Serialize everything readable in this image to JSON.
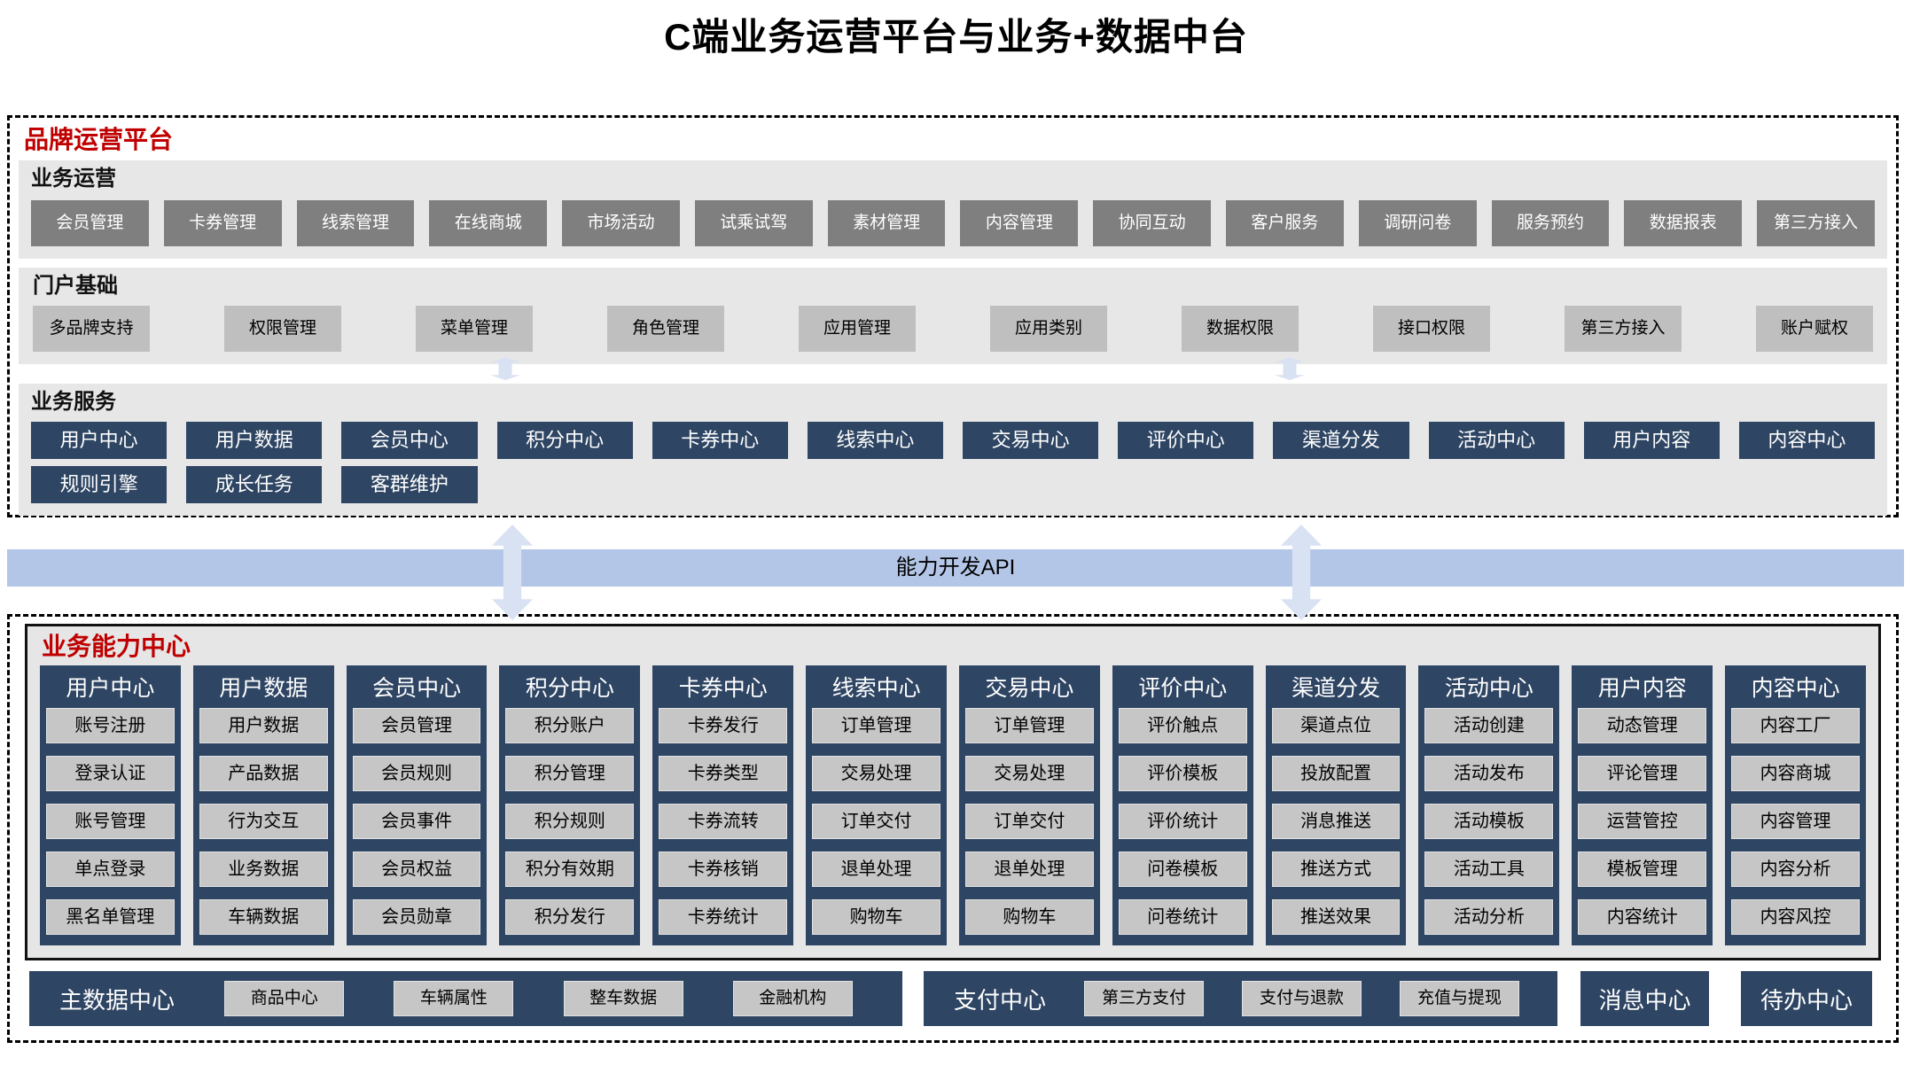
{
  "title": "C端业务运营平台与业务+数据中台",
  "colors": {
    "accent_red": "#c00000",
    "navy": "#2e4563",
    "band_bg": "#e7e7e7",
    "ops_button_bg": "#7f7f7f",
    "portal_button_bg": "#bfbfbf",
    "api_band_bg": "#b4c6e7",
    "arrow": "#d9e2f3"
  },
  "brand_platform": {
    "title": "品牌运营平台",
    "business_operation": {
      "label": "业务运营",
      "items": [
        "会员管理",
        "卡券管理",
        "线索管理",
        "在线商城",
        "市场活动",
        "试乘试驾",
        "素材管理",
        "内容管理",
        "协同互动",
        "客户服务",
        "调研问卷",
        "服务预约",
        "数据报表",
        "第三方接入"
      ]
    },
    "portal_foundation": {
      "label": "门户基础",
      "items": [
        "多品牌支持",
        "权限管理",
        "菜单管理",
        "角色管理",
        "应用管理",
        "应用类别",
        "数据权限",
        "接口权限",
        "第三方接入",
        "账户赋权"
      ]
    },
    "business_services": {
      "label": "业务服务",
      "row1": [
        "用户中心",
        "用户数据",
        "会员中心",
        "积分中心",
        "卡券中心",
        "线索中心",
        "交易中心",
        "评价中心",
        "渠道分发",
        "活动中心",
        "用户内容",
        "内容中心"
      ],
      "row2": [
        "规则引擎",
        "成长任务",
        "客群维护"
      ]
    }
  },
  "api_band": {
    "label": "能力开发API"
  },
  "capability_center": {
    "title": "业务能力中心",
    "columns": [
      {
        "title": "用户中心",
        "items": [
          "账号注册",
          "登录认证",
          "账号管理",
          "单点登录",
          "黑名单管理"
        ]
      },
      {
        "title": "用户数据",
        "items": [
          "用户数据",
          "产品数据",
          "行为交互",
          "业务数据",
          "车辆数据"
        ]
      },
      {
        "title": "会员中心",
        "items": [
          "会员管理",
          "会员规则",
          "会员事件",
          "会员权益",
          "会员勋章"
        ]
      },
      {
        "title": "积分中心",
        "items": [
          "积分账户",
          "积分管理",
          "积分规则",
          "积分有效期",
          "积分发行"
        ]
      },
      {
        "title": "卡券中心",
        "items": [
          "卡券发行",
          "卡券类型",
          "卡券流转",
          "卡券核销",
          "卡券统计"
        ]
      },
      {
        "title": "线索中心",
        "items": [
          "订单管理",
          "交易处理",
          "订单交付",
          "退单处理",
          "购物车"
        ]
      },
      {
        "title": "交易中心",
        "items": [
          "订单管理",
          "交易处理",
          "订单交付",
          "退单处理",
          "购物车"
        ]
      },
      {
        "title": "评价中心",
        "items": [
          "评价触点",
          "评价模板",
          "评价统计",
          "问卷模板",
          "问卷统计"
        ]
      },
      {
        "title": "渠道分发",
        "items": [
          "渠道点位",
          "投放配置",
          "消息推送",
          "推送方式",
          "推送效果"
        ]
      },
      {
        "title": "活动中心",
        "items": [
          "活动创建",
          "活动发布",
          "活动模板",
          "活动工具",
          "活动分析"
        ]
      },
      {
        "title": "用户内容",
        "items": [
          "动态管理",
          "评论管理",
          "运营管控",
          "模板管理",
          "内容统计"
        ]
      },
      {
        "title": "内容中心",
        "items": [
          "内容工厂",
          "内容商城",
          "内容管理",
          "内容分析",
          "内容风控"
        ]
      }
    ],
    "bottom_bars": [
      {
        "title": "主数据中心",
        "items": [
          "商品中心",
          "车辆属性",
          "整车数据",
          "金融机构"
        ]
      },
      {
        "title": "支付中心",
        "items": [
          "第三方支付",
          "支付与退款",
          "充值与提现"
        ]
      }
    ],
    "bottom_blocks": [
      "消息中心",
      "待办中心"
    ]
  }
}
